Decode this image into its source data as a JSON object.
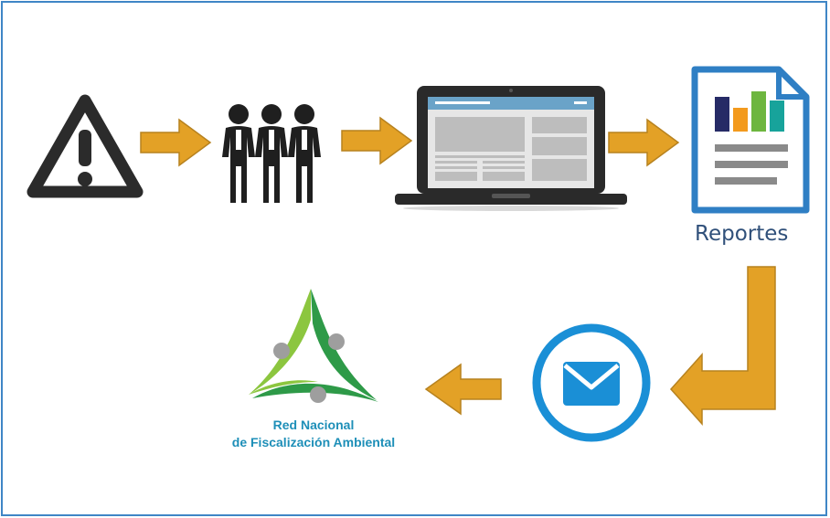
{
  "steps": {
    "alert": {
      "icon": "warning-triangle-icon"
    },
    "inspectors": {
      "icon": "people-group-icon"
    },
    "system": {
      "icon": "laptop-icon"
    },
    "reports": {
      "icon": "report-document-icon",
      "label": "Reportes"
    },
    "email": {
      "icon": "envelope-icon"
    },
    "network": {
      "icon": "network-logo",
      "line1": "Red Nacional",
      "line2": "de Fiscalización Ambiental"
    }
  },
  "colors": {
    "frame": "#3f86c6",
    "arrow": "#e3a126",
    "arrow_stroke": "#b7821f",
    "icon_dark": "#2b2b2b",
    "envelope_blue": "#1a8fd6",
    "report_blue": "#2f7fc4",
    "bar_navy": "#262b66",
    "bar_orange": "#f39a1d",
    "bar_green": "#6db63f",
    "bar_teal": "#17a39b",
    "logo_green_light": "#8cc63f",
    "logo_green_dark": "#2e9a48",
    "logo_text": "#1e8fb8"
  }
}
